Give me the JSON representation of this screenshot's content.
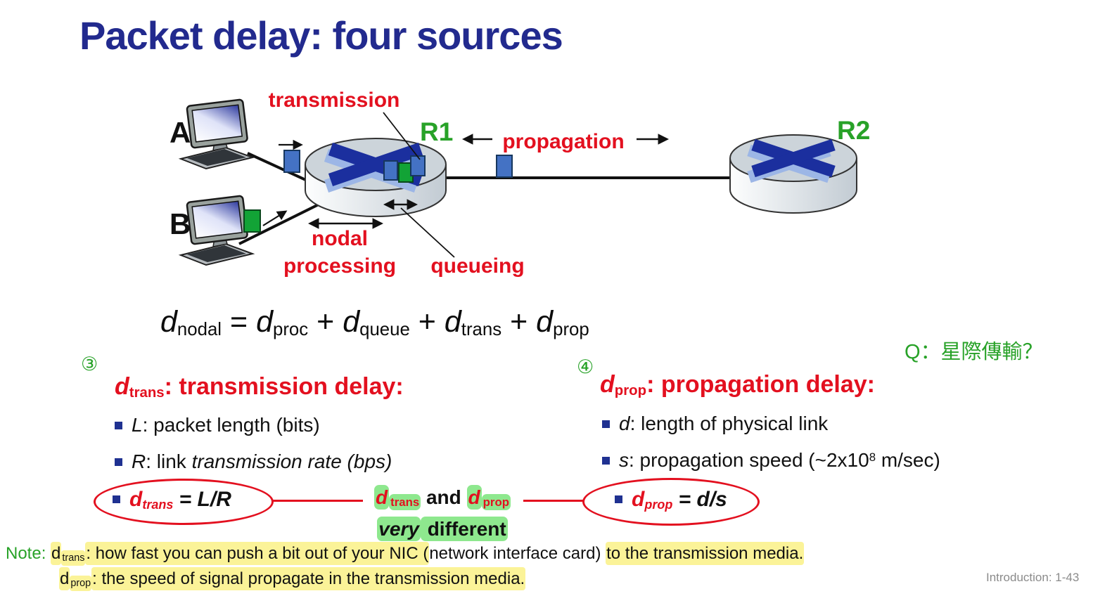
{
  "slide": {
    "title": "Packet delay: four sources",
    "footer": "Introduction: 1-43"
  },
  "colors": {
    "title_navy": "#222a8e",
    "accent_red": "#e3101f",
    "accent_green": "#28a228",
    "yellow_highlight": "#fbf398",
    "green_highlight": "#8ee88e",
    "packet_blue": "#4472c4",
    "packet_green": "#12a336",
    "bullet_navy": "#1f3191",
    "footer_gray": "#8b8b8b"
  },
  "diagram": {
    "labels": {
      "host_a": "A",
      "host_b": "B",
      "r1": "R1",
      "r2": "R2",
      "transmission": "transmission",
      "propagation": "propagation",
      "nodal": "nodal",
      "processing": "processing",
      "queueing": "queueing"
    }
  },
  "formula": {
    "segments": [
      {
        "t": "d",
        "cls": "it"
      },
      {
        "t": "nodal",
        "sub": true
      },
      {
        "t": " = "
      },
      {
        "t": "d",
        "cls": "it"
      },
      {
        "t": "proc",
        "sub": true
      },
      {
        "t": " + "
      },
      {
        "t": "d",
        "cls": "it"
      },
      {
        "t": "queue",
        "sub": true
      },
      {
        "t": " + "
      },
      {
        "t": "d",
        "cls": "it"
      },
      {
        "t": "trans",
        "sub": true
      },
      {
        "t": " +  "
      },
      {
        "t": "d",
        "cls": "it"
      },
      {
        "t": "prop",
        "sub": true
      }
    ]
  },
  "annotations": {
    "q_question": "Q：星際傳輸？",
    "left_number": "③",
    "right_number": "④"
  },
  "left_column": {
    "heading_segments": [
      {
        "t": "d",
        "cls": "it"
      },
      {
        "t": "trans",
        "sub": true
      },
      {
        "t": ": transmission delay:"
      }
    ],
    "bullets": [
      {
        "segments": [
          {
            "t": "L",
            "cls": "it"
          },
          {
            "t": ": packet length (bits)"
          }
        ]
      },
      {
        "segments": [
          {
            "t": "R",
            "cls": "it"
          },
          {
            "t": ": link "
          },
          {
            "t": "transmission rate (bps)",
            "cls": "it"
          }
        ]
      }
    ],
    "circled_segments": [
      {
        "t": "d",
        "cls": "red it"
      },
      {
        "t": "trans",
        "sub": true,
        "cls": "red it"
      },
      {
        "t": " = L/R",
        "cls": "it"
      }
    ]
  },
  "middle": {
    "line1_segments": [
      {
        "t": "d",
        "cls": "red it hl-g"
      },
      {
        "t": "trans",
        "sub": true,
        "cls": "red hl-g"
      },
      {
        "t": " and "
      },
      {
        "t": "d",
        "cls": "red it hl-g"
      },
      {
        "t": "prop",
        "sub": true,
        "cls": "red hl-g"
      }
    ],
    "line2_segments": [
      {
        "t": "very",
        "cls": "it hl-g"
      },
      {
        "t": " different",
        "cls": "hl-g"
      }
    ]
  },
  "right_column": {
    "heading_segments": [
      {
        "t": "d",
        "cls": "it"
      },
      {
        "t": "prop",
        "sub": true
      },
      {
        "t": ": propagation delay:"
      }
    ],
    "bullets": [
      {
        "segments": [
          {
            "t": "d",
            "cls": "it"
          },
          {
            "t": ": length of physical link"
          }
        ]
      },
      {
        "segments": [
          {
            "t": "s",
            "cls": "it"
          },
          {
            "t": ": propagation speed (~2x10"
          },
          {
            "t": "8",
            "sup": true
          },
          {
            "t": " m/sec)"
          }
        ]
      }
    ],
    "circled_segments": [
      {
        "t": "d",
        "cls": "red it"
      },
      {
        "t": "prop",
        "sub": true,
        "cls": "red it"
      },
      {
        "t": " = d/s",
        "cls": "it"
      }
    ]
  },
  "note": {
    "line1_segments": [
      {
        "t": "Note",
        "cls": "grn"
      },
      {
        "t": ": ",
        "cls": "grn"
      },
      {
        "t": "d",
        "cls": "hl-y"
      },
      {
        "t": "trans",
        "sub": true,
        "cls": "hl-y"
      },
      {
        "t": ": how fast you can push a bit out of your NIC (",
        "cls": "hl-y"
      },
      {
        "t": "network interface card) "
      },
      {
        "t": "to the transmission media.",
        "cls": "hl-y"
      }
    ],
    "line2_segments": [
      {
        "t": "d",
        "cls": "hl-y"
      },
      {
        "t": "prop",
        "sub": true,
        "cls": "hl-y"
      },
      {
        "t": ": the speed of signal propagate in the transmission media.",
        "cls": "hl-y"
      }
    ]
  }
}
